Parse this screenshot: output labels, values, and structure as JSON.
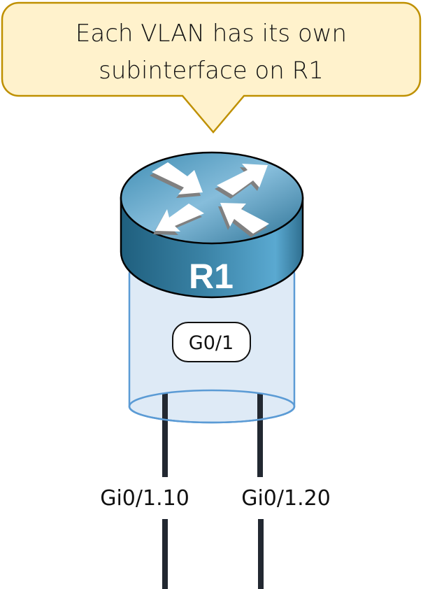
{
  "callout": {
    "lines": [
      "Each VLAN has its own",
      "subinterface on R1"
    ],
    "fill_color": "#FFF2CC",
    "border_color": "#BF9000"
  },
  "router": {
    "name": "R1",
    "icon": "router-icon",
    "body_color": "#3A87A8",
    "arrow_color": "#FFFFFF"
  },
  "interface": {
    "name": "G0/1",
    "cylinder_fill": "#DEEAF6",
    "cylinder_border": "#5B9BD5"
  },
  "subinterfaces": [
    {
      "label": "Gi0/1.10"
    },
    {
      "label": "Gi0/1.20"
    }
  ],
  "link_color": "#222831"
}
